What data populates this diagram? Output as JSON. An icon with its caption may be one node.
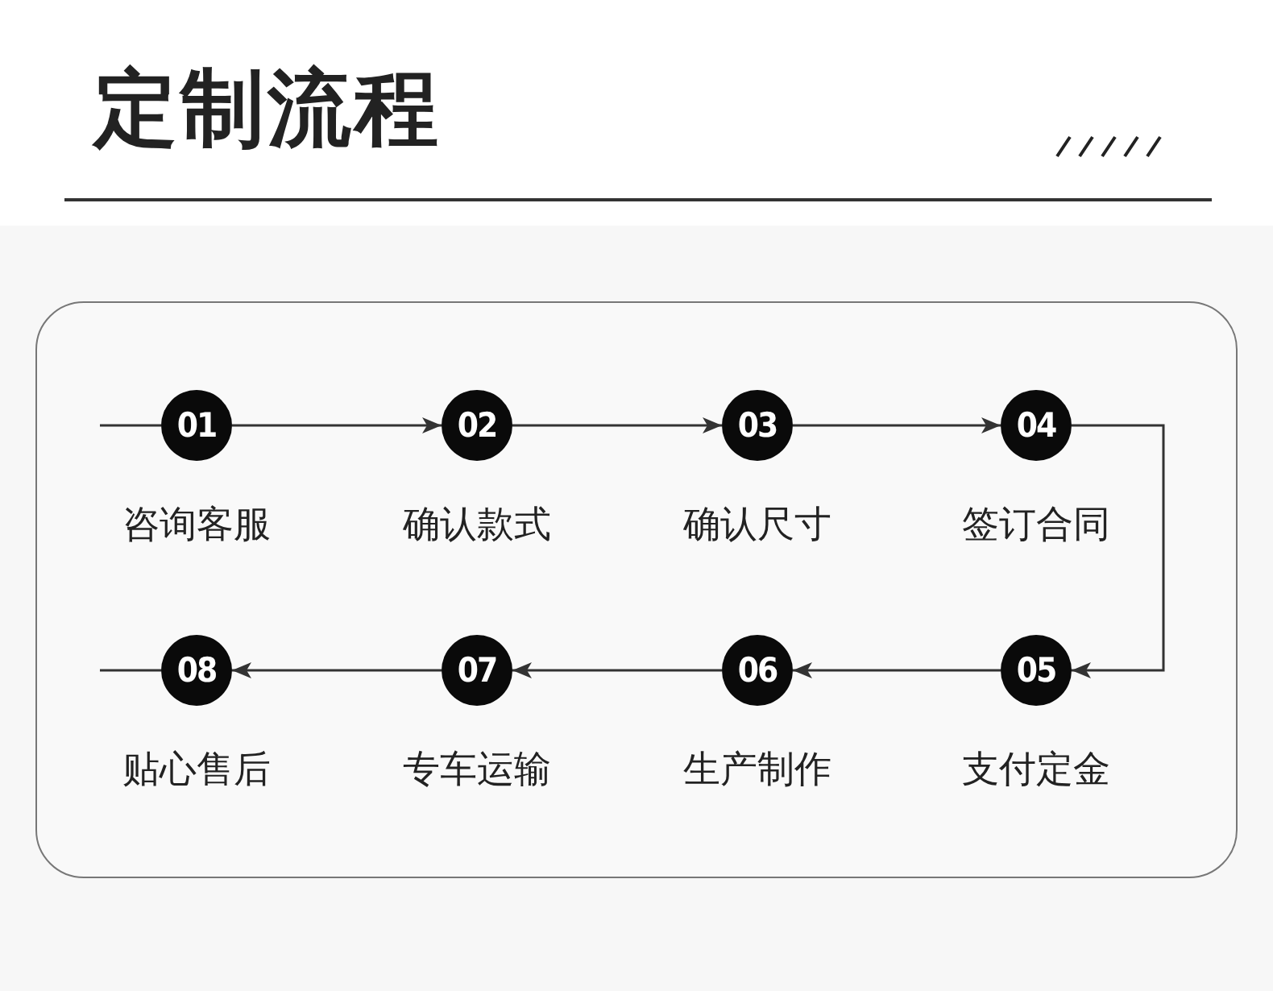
{
  "diagram": {
    "title": "定制流程",
    "nodes": [
      {
        "text": [
          "01"
        ],
        "beside": [
          "咨询客服"
        ]
      },
      {
        "text": [
          "02"
        ],
        "beside": [
          "确认款式"
        ]
      },
      {
        "text": [
          "03"
        ],
        "beside": [
          "确认尺寸"
        ]
      },
      {
        "text": [
          "04"
        ],
        "beside": [
          "签订合同"
        ]
      },
      {
        "text": [
          "05"
        ],
        "beside": [
          "支付定金"
        ]
      },
      {
        "text": [
          "06"
        ],
        "beside": [
          "生产制作"
        ]
      },
      {
        "text": [
          "07"
        ],
        "beside": [
          "专车运输"
        ]
      },
      {
        "text": [
          "08"
        ],
        "beside": [
          "贴心售后"
        ]
      }
    ],
    "edges": [
      {
        "from": null,
        "to": 0,
        "arrow": "none"
      },
      {
        "from": 0,
        "to": 1,
        "arrow": "to"
      },
      {
        "from": 1,
        "to": 2,
        "arrow": "to"
      },
      {
        "from": 2,
        "to": 3,
        "arrow": "to"
      },
      {
        "from": 3,
        "to": 4,
        "arrow": "to"
      },
      {
        "from": 4,
        "to": 5,
        "arrow": "to"
      },
      {
        "from": 5,
        "to": 6,
        "arrow": "to"
      },
      {
        "from": 6,
        "to": 7,
        "arrow": "to"
      },
      {
        "from": 7,
        "to": null,
        "arrow": "none"
      }
    ]
  }
}
